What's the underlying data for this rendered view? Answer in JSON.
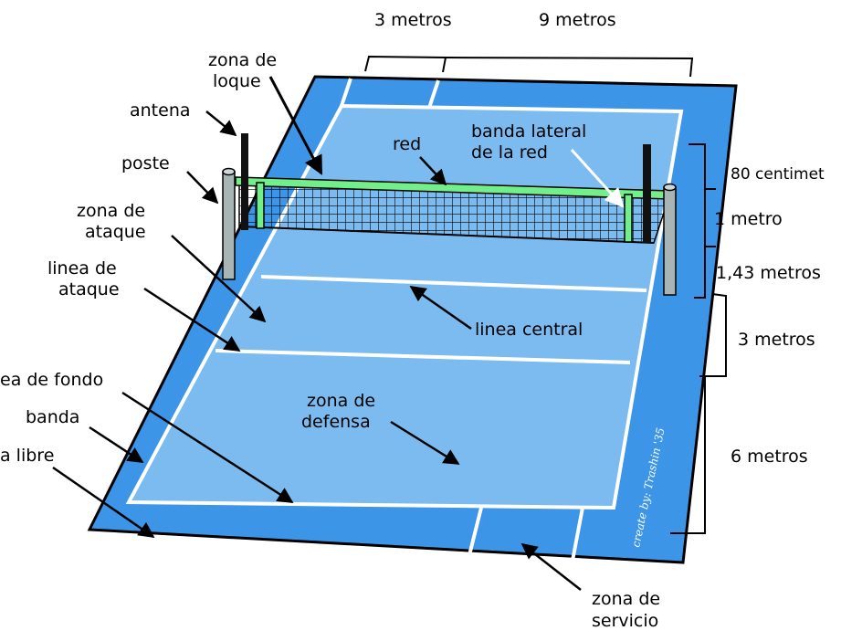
{
  "colors": {
    "outer_area": "#3d95e8",
    "inner_court": "#7cbbf0",
    "court_lines": "#ffffff",
    "outline": "#000000",
    "net_band": "#72ee8a",
    "post": "#a9b4b4",
    "antenna": "#111111",
    "arrow": "#000000",
    "arrow_highlight": "#ffffff"
  },
  "labels": {
    "top_3m": "3 metros",
    "top_9m": "9 metros",
    "zona_bloque_l1": "zona de",
    "zona_bloque_l2": "loque",
    "antena": "antena",
    "poste": "poste",
    "zona_ataque_l1": "zona de",
    "zona_ataque_l2": "ataque",
    "linea_ataque_l1": "linea de",
    "linea_ataque_l2": "ataque",
    "linea_fondo": "ea de fondo",
    "banda": "banda",
    "zona_libre": "a libre",
    "red": "red",
    "banda_lateral_l1": "banda lateral",
    "banda_lateral_l2": "de la red",
    "linea_central": "linea central",
    "zona_defensa_l1": "zona de",
    "zona_defensa_l2": "defensa",
    "zona_servicio_l1": "zona de",
    "zona_servicio_l2": "servicio",
    "right_80cm": "80 centimet",
    "right_1m": "1 metro",
    "right_143m": "1,43 metros",
    "right_3m": "3 metros",
    "right_6m": "6 metros",
    "signature": "create by: Trashin '35"
  }
}
